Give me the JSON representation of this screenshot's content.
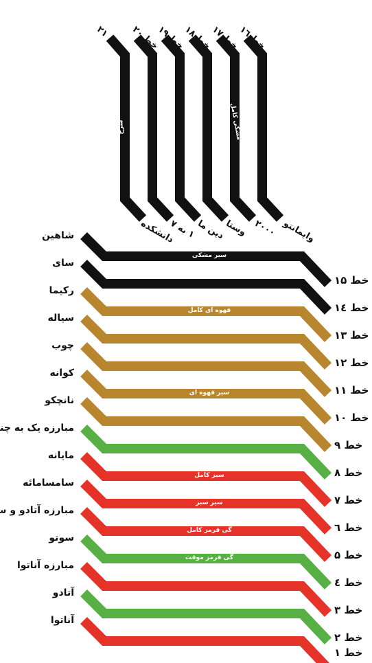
{
  "colors": {
    "black": "#111111",
    "brown": "#b8862e",
    "green": "#57b043",
    "red": "#e6332a"
  },
  "left_labels": [
    "شاهین",
    "سای",
    "رکیما",
    "سیاله",
    "چوب",
    "کوانه",
    "نانچکو",
    "مبارزه یک به چند",
    "مایانه",
    "سامسامائه",
    "مبارزه آتادو و سوتو",
    "سوتو",
    "مبارزه آناتوا",
    "آتادو",
    "آناتوا"
  ],
  "right_labels": [
    "خط ۱۵",
    "خط ۱٤",
    "خط ۱۳",
    "خط ۱۲",
    "خط ۱۱",
    "خط ۱۰",
    "خط ۹",
    "خط ۸",
    "خط ۷",
    "خط ٦",
    "خط ۵",
    "خط ٤",
    "خط ۳",
    "خط ۲",
    "خط ۱"
  ],
  "top_labels": [
    "خط ۲۱",
    "خط ۲۰",
    "خط ۱۹",
    "خط ۱۸",
    "خط ۱۷",
    "خط ۱٦"
  ],
  "bottom_labels": [
    "دانشکده",
    "۱ به ۷",
    "دین ما",
    "وستا",
    "۲۰۰۰",
    "وایمانتو"
  ],
  "vertical_texts": [
    "سرخ",
    "مشکی کامل"
  ],
  "band_labels": [
    "سیر مشکی",
    "قهوه ای کامل",
    "سیر قهوه ای",
    "سبز کامل",
    "سیر سبز",
    "گی قرمز کامل",
    "گی قرمز موقت"
  ]
}
